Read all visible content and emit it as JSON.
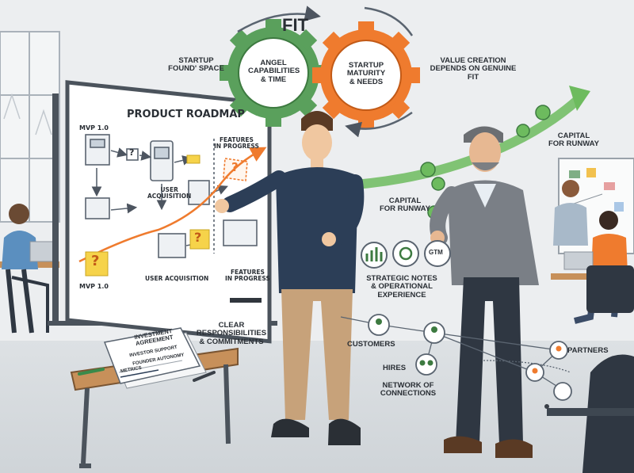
{
  "fit": {
    "title": "FIT",
    "gear_left": "ANGEL\nCAPABILITIES\n& TIME",
    "gear_right": "STARTUP\nMATURITY\n& NEEDS"
  },
  "callouts": {
    "startup_space": "STARTUP\nFOUND' SPACE",
    "value_creation": "VALUE CREATION\nDEPENDS ON GENUINE\nFIT",
    "capital_top": "CAPITAL\nFOR RUNWAY",
    "capital_mid": "CAPITAL\nFOR RUNWAY",
    "strategic_notes": "STRATEGIC NOTES\n& OPERATIONAL\nEXPERIENCE",
    "clear_responsibilities": "CLEAR\nRESPONSIBILITIES\n& COMMITMENTS",
    "network": "NETWORK OF\nCONNECTIONS",
    "customers": "CUSTOMERS",
    "hires": "HIRES",
    "partners": "PARTNERS",
    "gtm_badge": "GTM"
  },
  "whiteboard": {
    "title": "PRODUCT ROADMAP",
    "mvp_top": "MVP 1.0",
    "mvp_bottom": "MVP 1.0",
    "user_acq_mid": "USER\nACQUISITION",
    "user_acq_bottom": "USER ACQUISITION",
    "features_top": "FEATURES\nIN PROGRESS",
    "features_bottom": "FEATURES\nIN PROGRESS"
  },
  "document": {
    "title": "INVESTMENT\nAGREEMENT",
    "line1": "INVESTOR SUPPORT",
    "line2": "FOUNDER AUTONOMY",
    "line3": "METRICS"
  },
  "colors": {
    "gear_green": "#5aa05c",
    "gear_orange": "#ef7b2e",
    "arrow_green": "#6dbb5e",
    "shirt_navy": "#2c3e57",
    "jacket_gray": "#7a7f86",
    "chair_dark": "#2f3742",
    "desk_wood": "#c7905a"
  }
}
